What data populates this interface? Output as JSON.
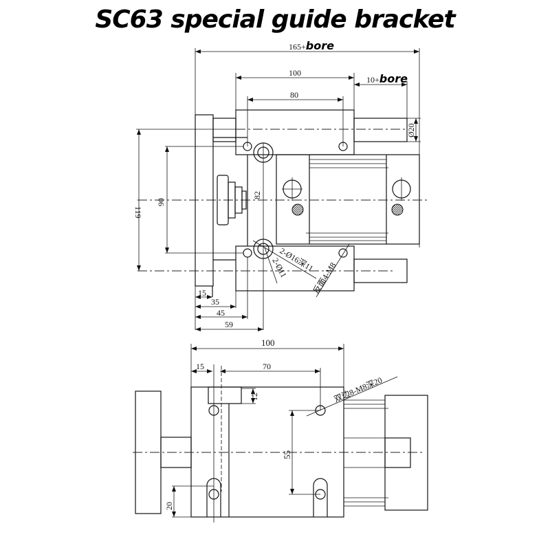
{
  "title": "SC63 special guide bracket",
  "top_view": {
    "overall_length": {
      "prefix": "165+",
      "suffix": "bore"
    },
    "block_length": "100",
    "hole_spacing": "80",
    "rod_extension": {
      "prefix": "10+",
      "suffix": "bore"
    },
    "rod_diameter": "Ø20",
    "overall_height": "119",
    "hole_height": "90",
    "rod_center_offset": "82",
    "callout_counterbore": "2-Ø16深11",
    "callout_through": "2-Ø11",
    "callout_back": "反面4-M8",
    "dim_15": "15",
    "dim_35": "35",
    "dim_45": "45",
    "dim_59": "59"
  },
  "bottom_view": {
    "block_length": "100",
    "dim_15": "15",
    "dim_70": "70",
    "dim_12": "12",
    "dim_55": "55",
    "dim_20": "20",
    "callout_tapped": "双边8-M8深20"
  }
}
